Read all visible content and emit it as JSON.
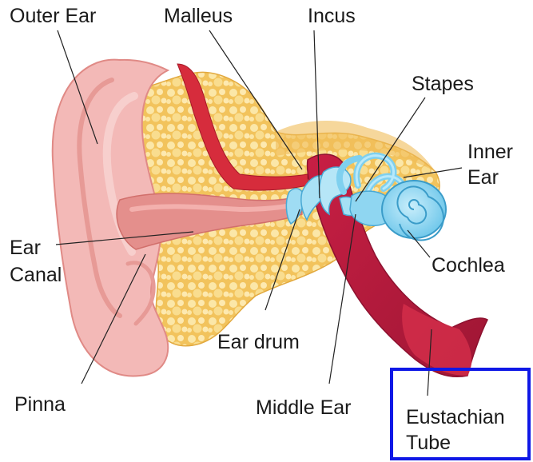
{
  "labels": {
    "outer_ear": "Outer Ear",
    "malleus": "Malleus",
    "incus": "Incus",
    "stapes": "Stapes",
    "inner_ear_line1": "Inner",
    "inner_ear_line2": "Ear",
    "ear_canal_line1": "Ear",
    "ear_canal_line2": "Canal",
    "cochlea": "Cochlea",
    "ear_drum": "Ear drum",
    "pinna": "Pinna",
    "middle_ear": "Middle Ear",
    "eustachian_tube_line1": "Eustachian",
    "eustachian_tube_line2": "Tube"
  },
  "colors": {
    "skin": "#f3b9b7",
    "skin_dark": "#e48f8c",
    "bone": "#f3c862",
    "bone_light": "#fbe7a1",
    "muscle": "#d62c3c",
    "middle_ear_cavity": "#c01e45",
    "ossicles": "#9fdcf3",
    "cochlea": "#7fd0ef",
    "highlight_box": "#0f18e6"
  }
}
